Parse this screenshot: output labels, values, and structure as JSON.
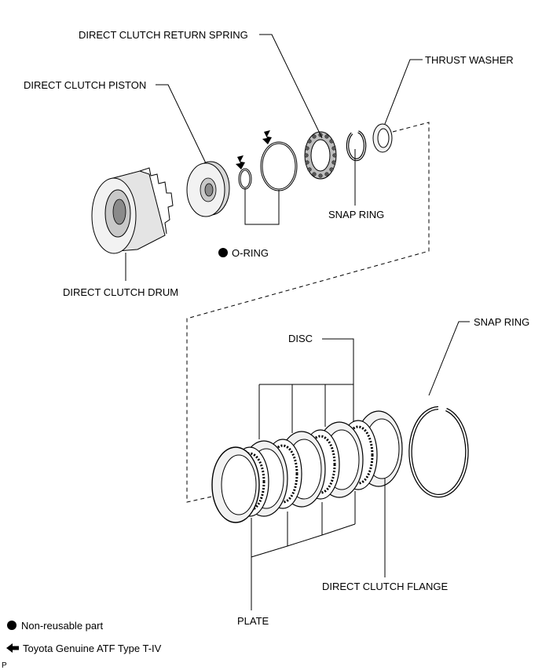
{
  "labels": {
    "return_spring": "DIRECT CLUTCH RETURN SPRING",
    "thrust_washer": "THRUST WASHER",
    "piston": "DIRECT CLUTCH PISTON",
    "snap_ring_upper": "SNAP RING",
    "o_ring": "O-RING",
    "drum": "DIRECT CLUTCH DRUM",
    "snap_ring_lower": "SNAP RING",
    "disc": "DISC",
    "flange": "DIRECT CLUTCH FLANGE",
    "plate": "PLATE"
  },
  "legend": {
    "non_reusable": "Non-reusable part",
    "atf": "Toyota Genuine ATF Type T-IV"
  },
  "corner_code": "P",
  "colors": {
    "line": "#000000",
    "part_fill": "#f2f2f2",
    "part_shade": "#c8c8c8",
    "part_dark": "#8a8a8a"
  },
  "icons": {
    "non_reusable": "filled-circle",
    "atf": "left-arrow"
  }
}
